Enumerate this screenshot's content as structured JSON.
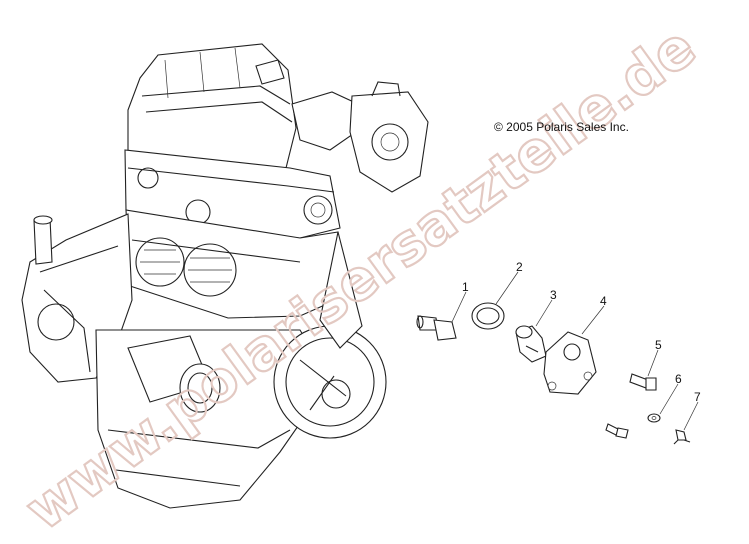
{
  "copyright": "© 2005 Polaris Sales Inc.",
  "watermark": "www.polarisersatzteile.de",
  "callouts": [
    "1",
    "2",
    "3",
    "4",
    "5",
    "6",
    "7"
  ]
}
